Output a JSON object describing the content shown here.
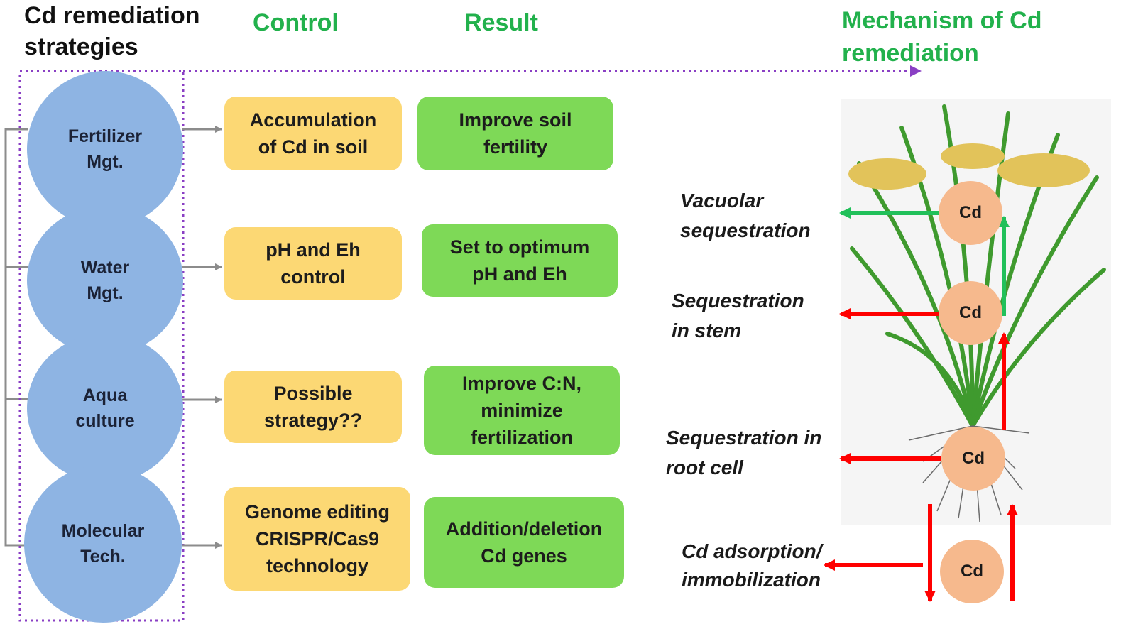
{
  "headers": {
    "strategies": "Cd remediation\nstrategies",
    "control": "Control",
    "result": "Result",
    "mechanism": "Mechanism of Cd\nremediation"
  },
  "strategies": [
    {
      "label": "Fertilizer\nMgt."
    },
    {
      "label": "Water\nMgt."
    },
    {
      "label": "Aqua\nculture"
    },
    {
      "label": "Molecular\nTech."
    }
  ],
  "controls": [
    {
      "label": "Accumulation\nof Cd in soil"
    },
    {
      "label": "pH and Eh\ncontrol"
    },
    {
      "label": "Possible\nstrategy??"
    },
    {
      "label": "Genome editing\nCRISPR/Cas9\ntechnology"
    }
  ],
  "results": [
    {
      "label": "Improve soil\nfertility"
    },
    {
      "label": "Set to optimum\npH and Eh"
    },
    {
      "label": "Improve C:N,\nminimize\nfertilization"
    },
    {
      "label": "Addition/deletion\nCd genes"
    }
  ],
  "mechanisms": [
    {
      "label": "Vacuolar\nsequestration"
    },
    {
      "label": "Sequestration\nin stem"
    },
    {
      "label": "Sequestration in\nroot cell"
    },
    {
      "label": "Cd adsorption/\nimmobilization"
    }
  ],
  "cd_nodes": [
    {
      "label": "Cd"
    },
    {
      "label": "Cd"
    },
    {
      "label": "Cd"
    },
    {
      "label": "Cd"
    }
  ],
  "colors": {
    "heading_green": "#22b14c",
    "circle_blue": "#8eb4e3",
    "control_yellow": "#fcd874",
    "result_green": "#7ed957",
    "cd_node": "#f6b98d",
    "arrow_red": "#ff0000",
    "arrow_green": "#21c05a",
    "dotted_purple": "#8a3fc4"
  }
}
